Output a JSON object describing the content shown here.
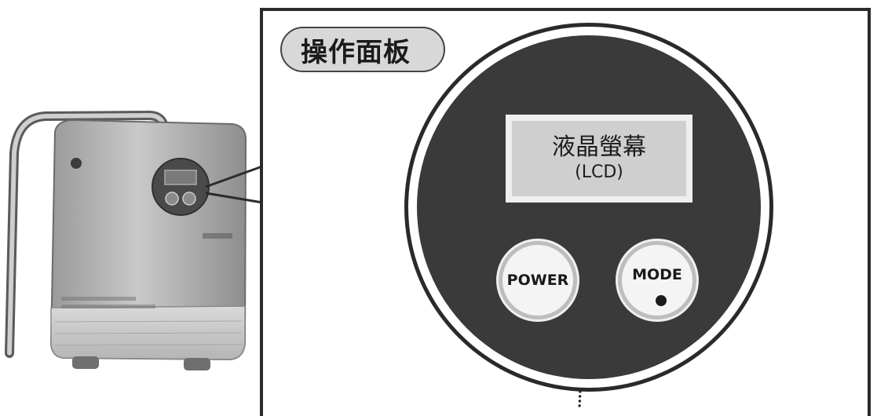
{
  "panel": {
    "title": "操作面板"
  },
  "lcd": {
    "title": "液晶螢幕",
    "subtitle": "(LCD)"
  },
  "buttons": {
    "power_label": "POWER",
    "mode_label": "MODE"
  },
  "colors": {
    "frame": "#2b2b2b",
    "dial_body": "#3a3a3a",
    "lcd_fill": "#cfcfcf",
    "title_pill": "#d8d8d8"
  }
}
